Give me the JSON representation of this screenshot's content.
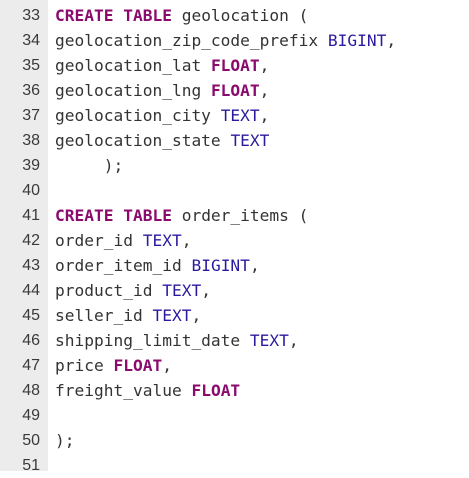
{
  "editor": {
    "lines": [
      {
        "num": "33",
        "tokens": [
          {
            "t": "CREATE TABLE",
            "k": "kw"
          },
          {
            "t": " geolocation (",
            "k": "tx"
          }
        ]
      },
      {
        "num": "34",
        "tokens": [
          {
            "t": "geolocation_zip_code_prefix ",
            "k": "tx"
          },
          {
            "t": "BIGINT",
            "k": "ty"
          },
          {
            "t": ",",
            "k": "tx"
          }
        ]
      },
      {
        "num": "35",
        "tokens": [
          {
            "t": "geolocation_lat ",
            "k": "tx"
          },
          {
            "t": "FLOAT",
            "k": "kw"
          },
          {
            "t": ",",
            "k": "tx"
          }
        ]
      },
      {
        "num": "36",
        "tokens": [
          {
            "t": "geolocation_lng ",
            "k": "tx"
          },
          {
            "t": "FLOAT",
            "k": "kw"
          },
          {
            "t": ",",
            "k": "tx"
          }
        ]
      },
      {
        "num": "37",
        "tokens": [
          {
            "t": "geolocation_city ",
            "k": "tx"
          },
          {
            "t": "TEXT",
            "k": "ty"
          },
          {
            "t": ",",
            "k": "tx"
          }
        ]
      },
      {
        "num": "38",
        "tokens": [
          {
            "t": "geolocation_state ",
            "k": "tx"
          },
          {
            "t": "TEXT",
            "k": "ty"
          }
        ]
      },
      {
        "num": "39",
        "tokens": [
          {
            "t": "     );",
            "k": "tx"
          }
        ]
      },
      {
        "num": "40",
        "tokens": []
      },
      {
        "num": "41",
        "tokens": [
          {
            "t": "CREATE TABLE",
            "k": "kw"
          },
          {
            "t": " order_items (",
            "k": "tx"
          }
        ]
      },
      {
        "num": "42",
        "tokens": [
          {
            "t": "order_id ",
            "k": "tx"
          },
          {
            "t": "TEXT",
            "k": "ty"
          },
          {
            "t": ",",
            "k": "tx"
          }
        ]
      },
      {
        "num": "43",
        "tokens": [
          {
            "t": "order_item_id ",
            "k": "tx"
          },
          {
            "t": "BIGINT",
            "k": "ty"
          },
          {
            "t": ",",
            "k": "tx"
          }
        ]
      },
      {
        "num": "44",
        "tokens": [
          {
            "t": "product_id ",
            "k": "tx"
          },
          {
            "t": "TEXT",
            "k": "ty"
          },
          {
            "t": ",",
            "k": "tx"
          }
        ]
      },
      {
        "num": "45",
        "tokens": [
          {
            "t": "seller_id ",
            "k": "tx"
          },
          {
            "t": "TEXT",
            "k": "ty"
          },
          {
            "t": ",",
            "k": "tx"
          }
        ]
      },
      {
        "num": "46",
        "tokens": [
          {
            "t": "shipping_limit_date ",
            "k": "tx"
          },
          {
            "t": "TEXT",
            "k": "ty"
          },
          {
            "t": ",",
            "k": "tx"
          }
        ]
      },
      {
        "num": "47",
        "tokens": [
          {
            "t": "price ",
            "k": "tx"
          },
          {
            "t": "FLOAT",
            "k": "kw"
          },
          {
            "t": ",",
            "k": "tx"
          }
        ]
      },
      {
        "num": "48",
        "tokens": [
          {
            "t": "freight_value ",
            "k": "tx"
          },
          {
            "t": "FLOAT",
            "k": "kw"
          }
        ]
      },
      {
        "num": "49",
        "tokens": []
      },
      {
        "num": "50",
        "tokens": [
          {
            "t": ");",
            "k": "tx"
          }
        ]
      },
      {
        "num": "51",
        "tokens": []
      }
    ],
    "colors": {
      "keyword": "#8b0a6e",
      "type": "#2a1a9e",
      "text": "#333333",
      "gutter_bg": "#ececec"
    }
  }
}
